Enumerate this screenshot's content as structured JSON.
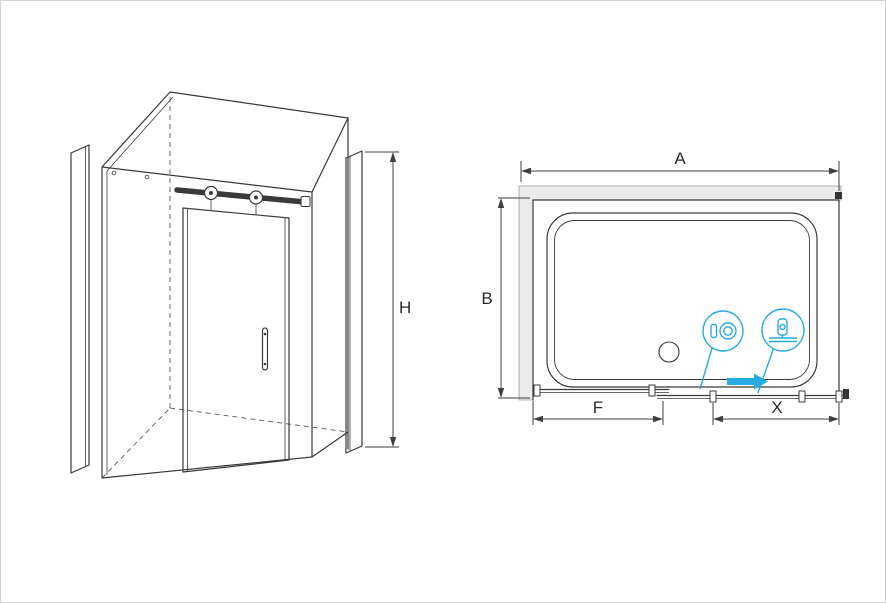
{
  "dimensions": {
    "height_label": "H",
    "width_label": "A",
    "depth_label": "B",
    "fixed_panel_label": "F",
    "door_label": "X"
  },
  "colors": {
    "accent": "#29abe2",
    "line": "#3a3a3a",
    "wall_fill": "#ebebeb"
  }
}
